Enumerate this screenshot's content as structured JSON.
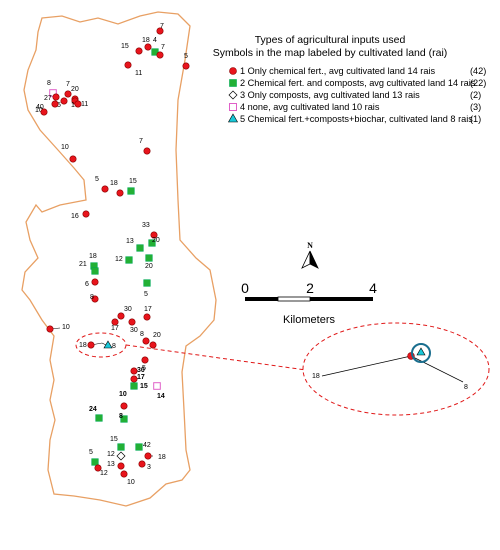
{
  "legend": {
    "title_line1": "Types of agricultural inputs used",
    "title_line2": "Symbols in the map labeled by cultivated land (rai)",
    "items": [
      {
        "symbol": "red-circle",
        "color": "#e8141c",
        "label": "1 Only chemical fert., avg cultivated land 14 rais",
        "count": "(42)"
      },
      {
        "symbol": "green-square",
        "color": "#22b035",
        "label": "2 Chemical fert. and composts, avg cultivated land 14 rais",
        "count": "(22)"
      },
      {
        "symbol": "white-diamond",
        "color": "#ffffff",
        "label": "3 Only composts, avg cultivated land 13 rais",
        "count": "(2)"
      },
      {
        "symbol": "pink-square",
        "color": "#e060c8",
        "label": "4 none, avg cultivated land 10 rais",
        "count": "(3)"
      },
      {
        "symbol": "cyan-triangle",
        "color": "#19c8d8",
        "label": "5 Chemical fert.+composts+biochar, cultivated land 8 rais",
        "count": "(1)"
      }
    ]
  },
  "north_arrow": {
    "label": "N"
  },
  "scale_bar": {
    "ticks": [
      "0",
      "2",
      "4"
    ],
    "unit": "Kilometers"
  },
  "boundary_color": "#e8a064",
  "points": [
    {
      "type": 1,
      "label": "15"
    },
    {
      "type": 1,
      "label": "18"
    },
    {
      "type": 2,
      "label": "4"
    },
    {
      "type": 1,
      "label": "7"
    },
    {
      "type": 1,
      "label": "11"
    },
    {
      "type": 1,
      "label": "5"
    },
    {
      "type": 1,
      "label": "7"
    },
    {
      "type": 4,
      "label": "8"
    },
    {
      "type": 1,
      "label": "7"
    },
    {
      "type": 1,
      "label": "20"
    },
    {
      "type": 1,
      "label": "27"
    },
    {
      "type": 1,
      "label": "5"
    },
    {
      "type": 1,
      "label": "10"
    },
    {
      "type": 1,
      "label": "11"
    },
    {
      "type": 1,
      "label": "10"
    },
    {
      "type": 1,
      "label": "7"
    },
    {
      "type": 1,
      "label": "10"
    },
    {
      "type": 1,
      "label": "5"
    },
    {
      "type": 1,
      "label": "18"
    },
    {
      "type": 2,
      "label": "15"
    },
    {
      "type": 1,
      "label": "16"
    },
    {
      "type": 1,
      "label": "33"
    },
    {
      "type": 2,
      "label": "20"
    },
    {
      "type": 2,
      "label": "13"
    },
    {
      "type": 2,
      "label": "12"
    },
    {
      "type": 2,
      "label": "20"
    },
    {
      "type": 2,
      "label": "18"
    },
    {
      "type": 2,
      "label": "21"
    },
    {
      "type": 1,
      "label": "6"
    },
    {
      "type": 1,
      "label": "8"
    },
    {
      "type": 2,
      "label": "5"
    },
    {
      "type": 1,
      "label": "30"
    },
    {
      "type": 1,
      "label": "17"
    },
    {
      "type": 1,
      "label": "17"
    },
    {
      "type": 1,
      "label": "30"
    },
    {
      "type": 1,
      "label": "8"
    },
    {
      "type": 1,
      "label": "20"
    },
    {
      "type": 1,
      "label": "10"
    },
    {
      "type": 1,
      "label": "18"
    },
    {
      "type": 5,
      "label": "8"
    },
    {
      "type": 1,
      "label": "5"
    },
    {
      "type": 1,
      "label": "30"
    },
    {
      "type": 1,
      "label": "17"
    },
    {
      "type": 2,
      "label": "15"
    },
    {
      "type": 4,
      "label": "14"
    },
    {
      "type": 2,
      "label": "24"
    },
    {
      "type": 1,
      "label": "10"
    },
    {
      "type": 2,
      "label": "8"
    },
    {
      "type": 2,
      "label": "15"
    },
    {
      "type": 3,
      "label": "12"
    },
    {
      "type": 2,
      "label": "42"
    },
    {
      "type": 1,
      "label": "18"
    },
    {
      "type": 1,
      "label": "13"
    },
    {
      "type": 1,
      "label": "3"
    },
    {
      "type": 2,
      "label": "5"
    },
    {
      "type": 1,
      "label": "12"
    },
    {
      "type": 1,
      "label": "10"
    },
    {
      "type": 1,
      "label": "40"
    }
  ],
  "inset": {
    "labels": [
      "18",
      "8"
    ]
  }
}
